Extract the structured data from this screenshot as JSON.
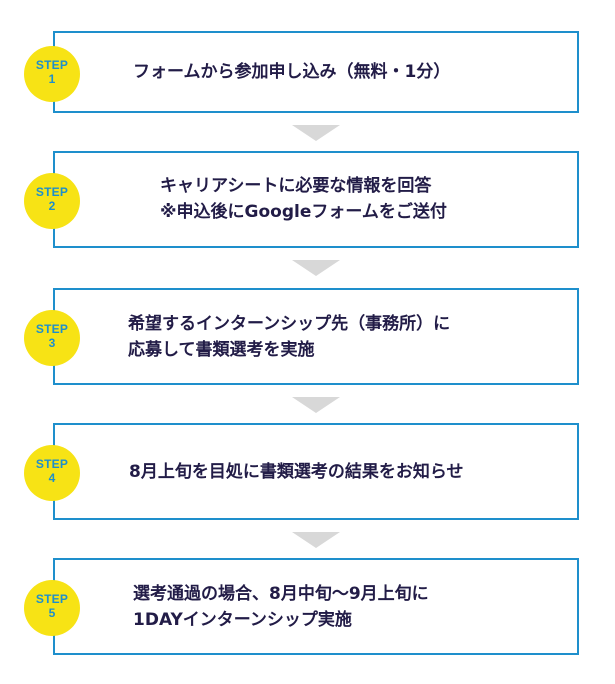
{
  "colors": {
    "border": "#1e8fcc",
    "badge_fill": "#f7e315",
    "badge_text": "#1e8fcc",
    "text": "#221c47",
    "arrow": "#d8d8d8"
  },
  "steps": [
    {
      "badge_label": "STEP",
      "badge_number": "1",
      "lines": [
        "フォームから参加申し込み（無料・1分）"
      ]
    },
    {
      "badge_label": "STEP",
      "badge_number": "2",
      "lines": [
        "キャリアシートに必要な情報を回答",
        "※申込後にGoogleフォームをご送付"
      ]
    },
    {
      "badge_label": "STEP",
      "badge_number": "3",
      "lines": [
        "希望するインターンシップ先（事務所）に",
        "応募して書類選考を実施"
      ]
    },
    {
      "badge_label": "STEP",
      "badge_number": "4",
      "lines": [
        "8月上旬を目処に書類選考の結果をお知らせ"
      ]
    },
    {
      "badge_label": "STEP",
      "badge_number": "5",
      "lines": [
        "選考通過の場合、8月中旬〜9月上旬に",
        "1DAYインターンシップ実施"
      ]
    }
  ]
}
